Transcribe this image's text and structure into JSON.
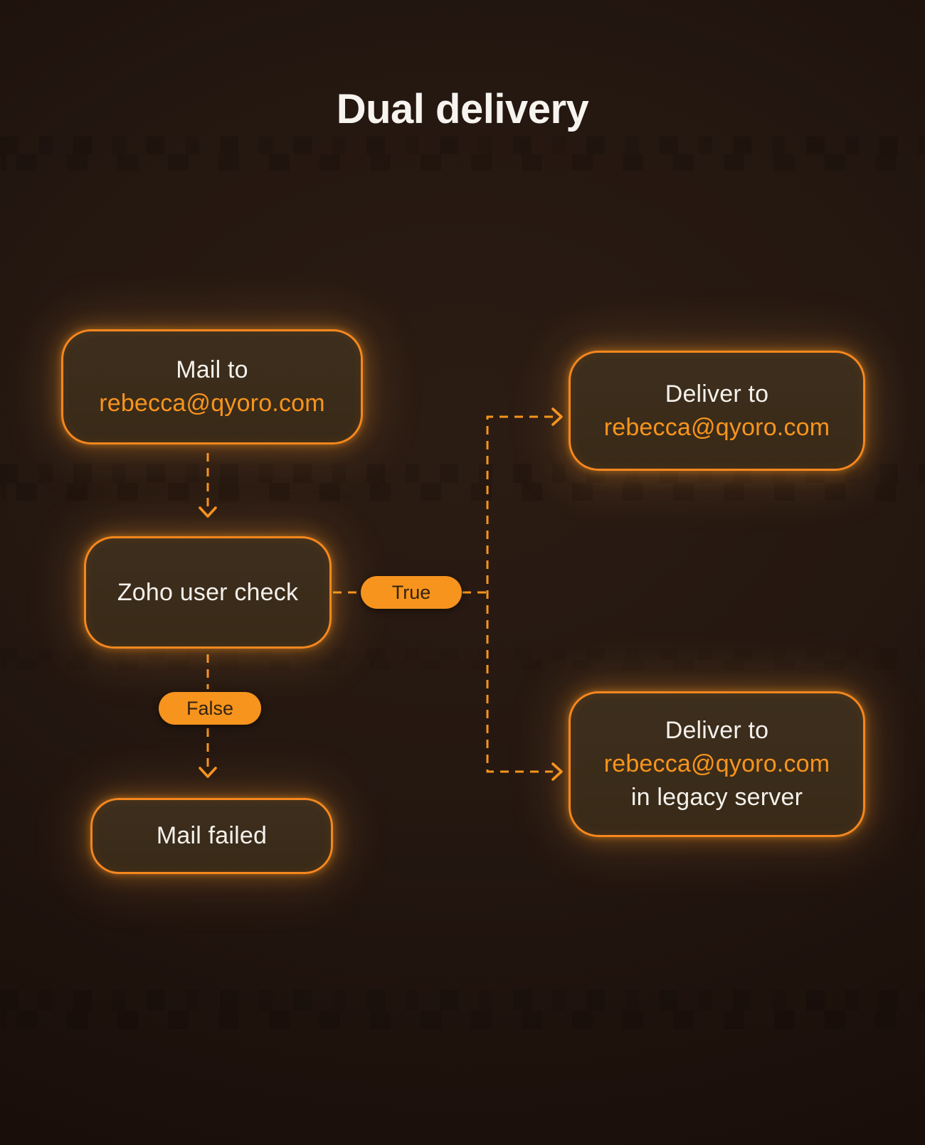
{
  "title": "Dual delivery",
  "nodes": {
    "mail_to": {
      "line1": "Mail to",
      "line2": "rebecca@qyoro.com"
    },
    "zoho_user_check": {
      "label": "Zoho user check"
    },
    "mail_failed": {
      "label": "Mail failed"
    },
    "deliver_primary": {
      "line1": "Deliver to",
      "line2": "rebecca@qyoro.com"
    },
    "deliver_legacy": {
      "line1": "Deliver to",
      "line2": "rebecca@qyoro.com",
      "line3": "in legacy server"
    }
  },
  "branch_labels": {
    "true": "True",
    "false": "False"
  },
  "colors": {
    "background": "#241711",
    "node_fill": "#3A2B1A",
    "node_border": "#F6871E",
    "accent_orange": "#F7941D",
    "text_primary": "#F4F1EC",
    "pill_text": "#33220F"
  }
}
